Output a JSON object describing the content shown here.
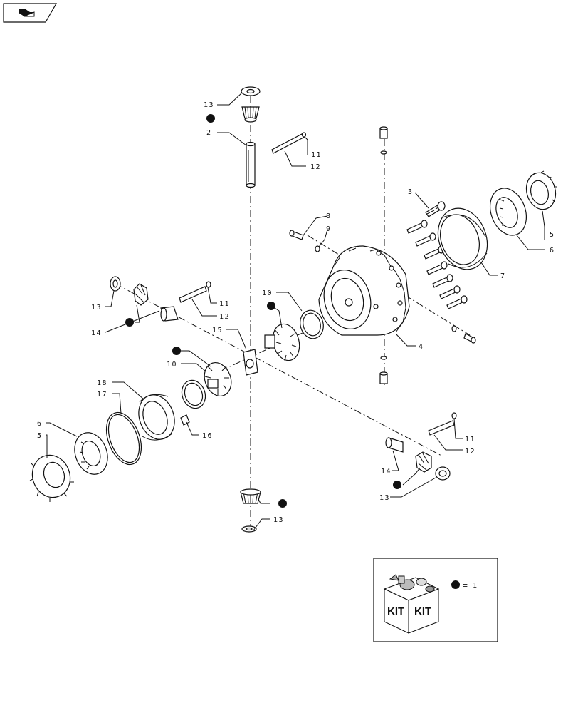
{
  "nav": {
    "icon": "back-arrow-icon"
  },
  "callouts": {
    "c13_top": "13",
    "c2": "2",
    "c11_top": "11",
    "c12_top": "12",
    "c3": "3",
    "c8": "8",
    "c9": "9",
    "c5_right": "5",
    "c6_right": "6",
    "c7": "7",
    "c4": "4",
    "c10_mid": "10",
    "c13_left": "13",
    "c11_left": "11",
    "c12_left": "12",
    "c14_left": "14",
    "c15": "15",
    "c10_left": "10",
    "c18": "18",
    "c17": "17",
    "c6_left": "6",
    "c5_left": "5",
    "c16": "16",
    "c11_right": "11",
    "c12_right": "12",
    "c14_right": "14",
    "c13_right": "13",
    "c13_bottom": "13"
  },
  "kit": {
    "label_left": "KIT",
    "label_right": "KIT",
    "equals": "=",
    "value": "1"
  }
}
